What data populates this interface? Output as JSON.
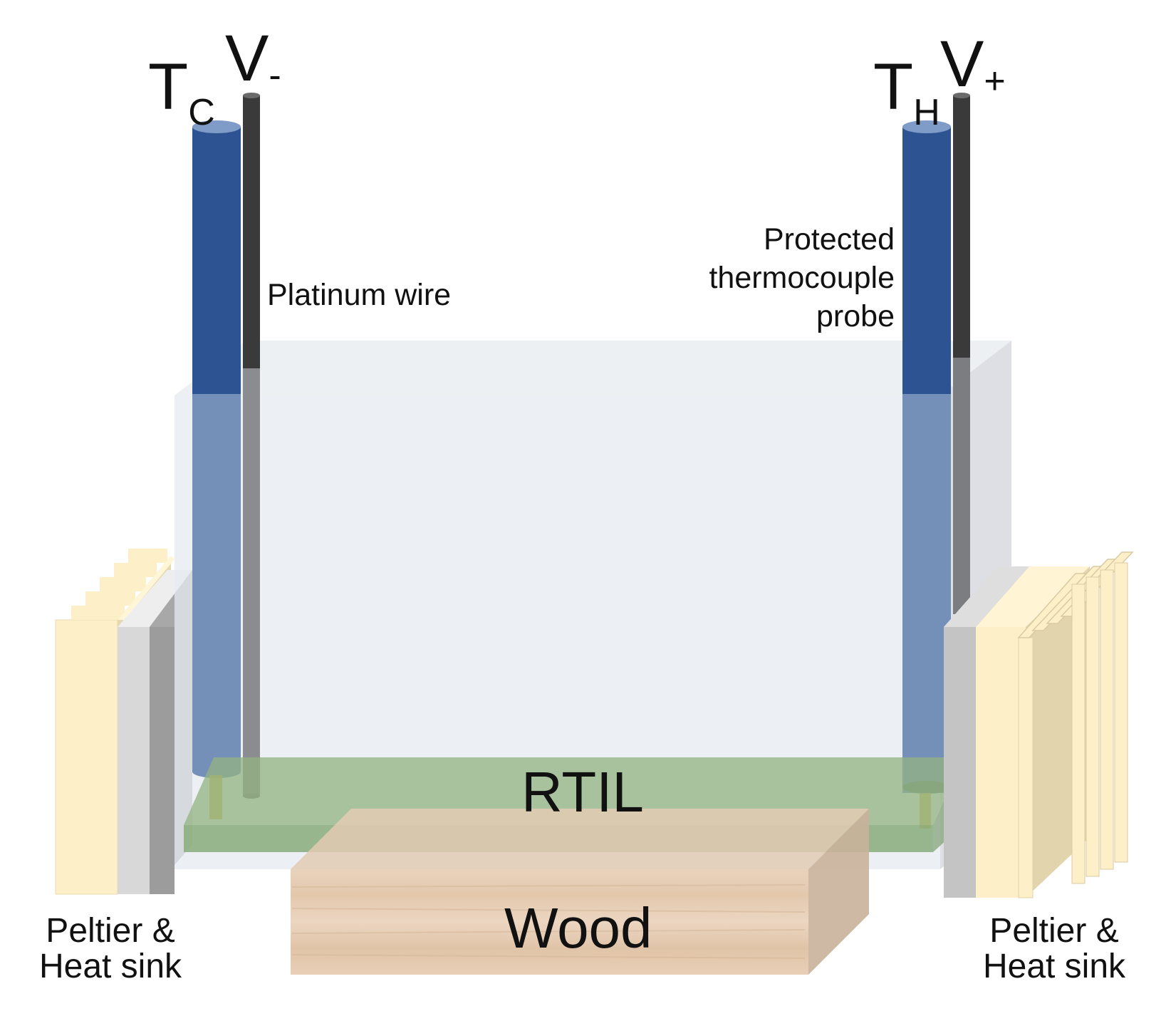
{
  "labels": {
    "cold": {
      "symbol": "T",
      "subscript": "C"
    },
    "neg": {
      "symbol": "V",
      "subscript": "-"
    },
    "hot": {
      "symbol": "T",
      "subscript": "H"
    },
    "pos": {
      "symbol": "V",
      "subscript": "+"
    },
    "platinum": "Platinum wire",
    "thermocouple": [
      "Protected",
      "thermocouple",
      "probe"
    ],
    "rtil": "RTIL",
    "wood": "Wood",
    "peltier_left": [
      "Peltier &",
      "Heat sink"
    ],
    "peltier_right": [
      "Peltier &",
      "Heat sink"
    ]
  },
  "colors": {
    "probe_blue": "#2e5393",
    "probe_blue_submerged": "#7590b8",
    "wire_dark": "#3a3a3a",
    "wire_submerged": "#8a8c8f",
    "container_glass": "#e3e8ee",
    "rtil_green": "#9ab98c",
    "wood": "#e8cdb3",
    "heatsink_fin": "#fdf0c8",
    "peltier_grey": "#c4c4c4"
  }
}
